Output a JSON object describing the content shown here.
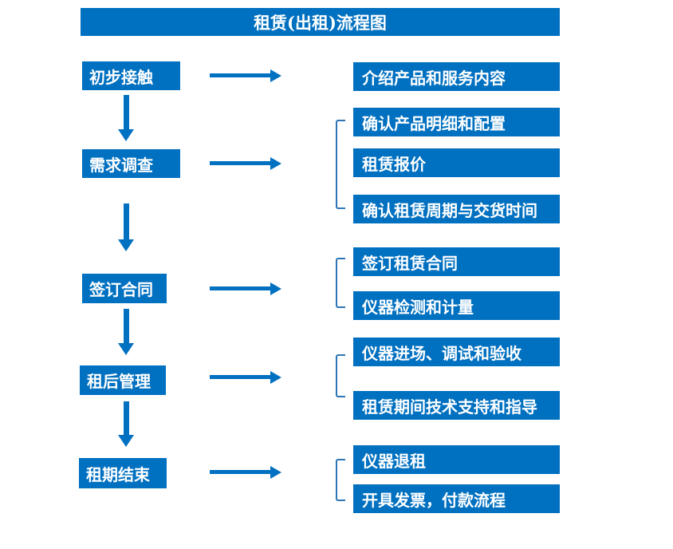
{
  "title": "租赁(出租)流程图",
  "colors": {
    "accent_blue": "#0070C0",
    "bracket_blue": "#2E75B6",
    "text_white": "#FFFFFF",
    "background": "#FFFFFF"
  },
  "icons": {
    "right_arrow": "right-arrow-icon",
    "down_arrow": "down-arrow-icon"
  },
  "steps": [
    {
      "label": "初步接触",
      "outputs": [
        "介绍产品和服务内容"
      ]
    },
    {
      "label": "需求调查",
      "outputs": [
        "确认产品明细和配置",
        "租赁报价",
        "确认租赁周期与交货时间"
      ]
    },
    {
      "label": "签订合同",
      "outputs": [
        "签订租赁合同",
        "仪器检测和计量"
      ]
    },
    {
      "label": "租后管理",
      "outputs": [
        "仪器进场、调试和验收",
        "租赁期间技术支持和指导"
      ]
    },
    {
      "label": "租期结束",
      "outputs": [
        "仪器退租",
        "开具发票，付款流程"
      ]
    }
  ]
}
